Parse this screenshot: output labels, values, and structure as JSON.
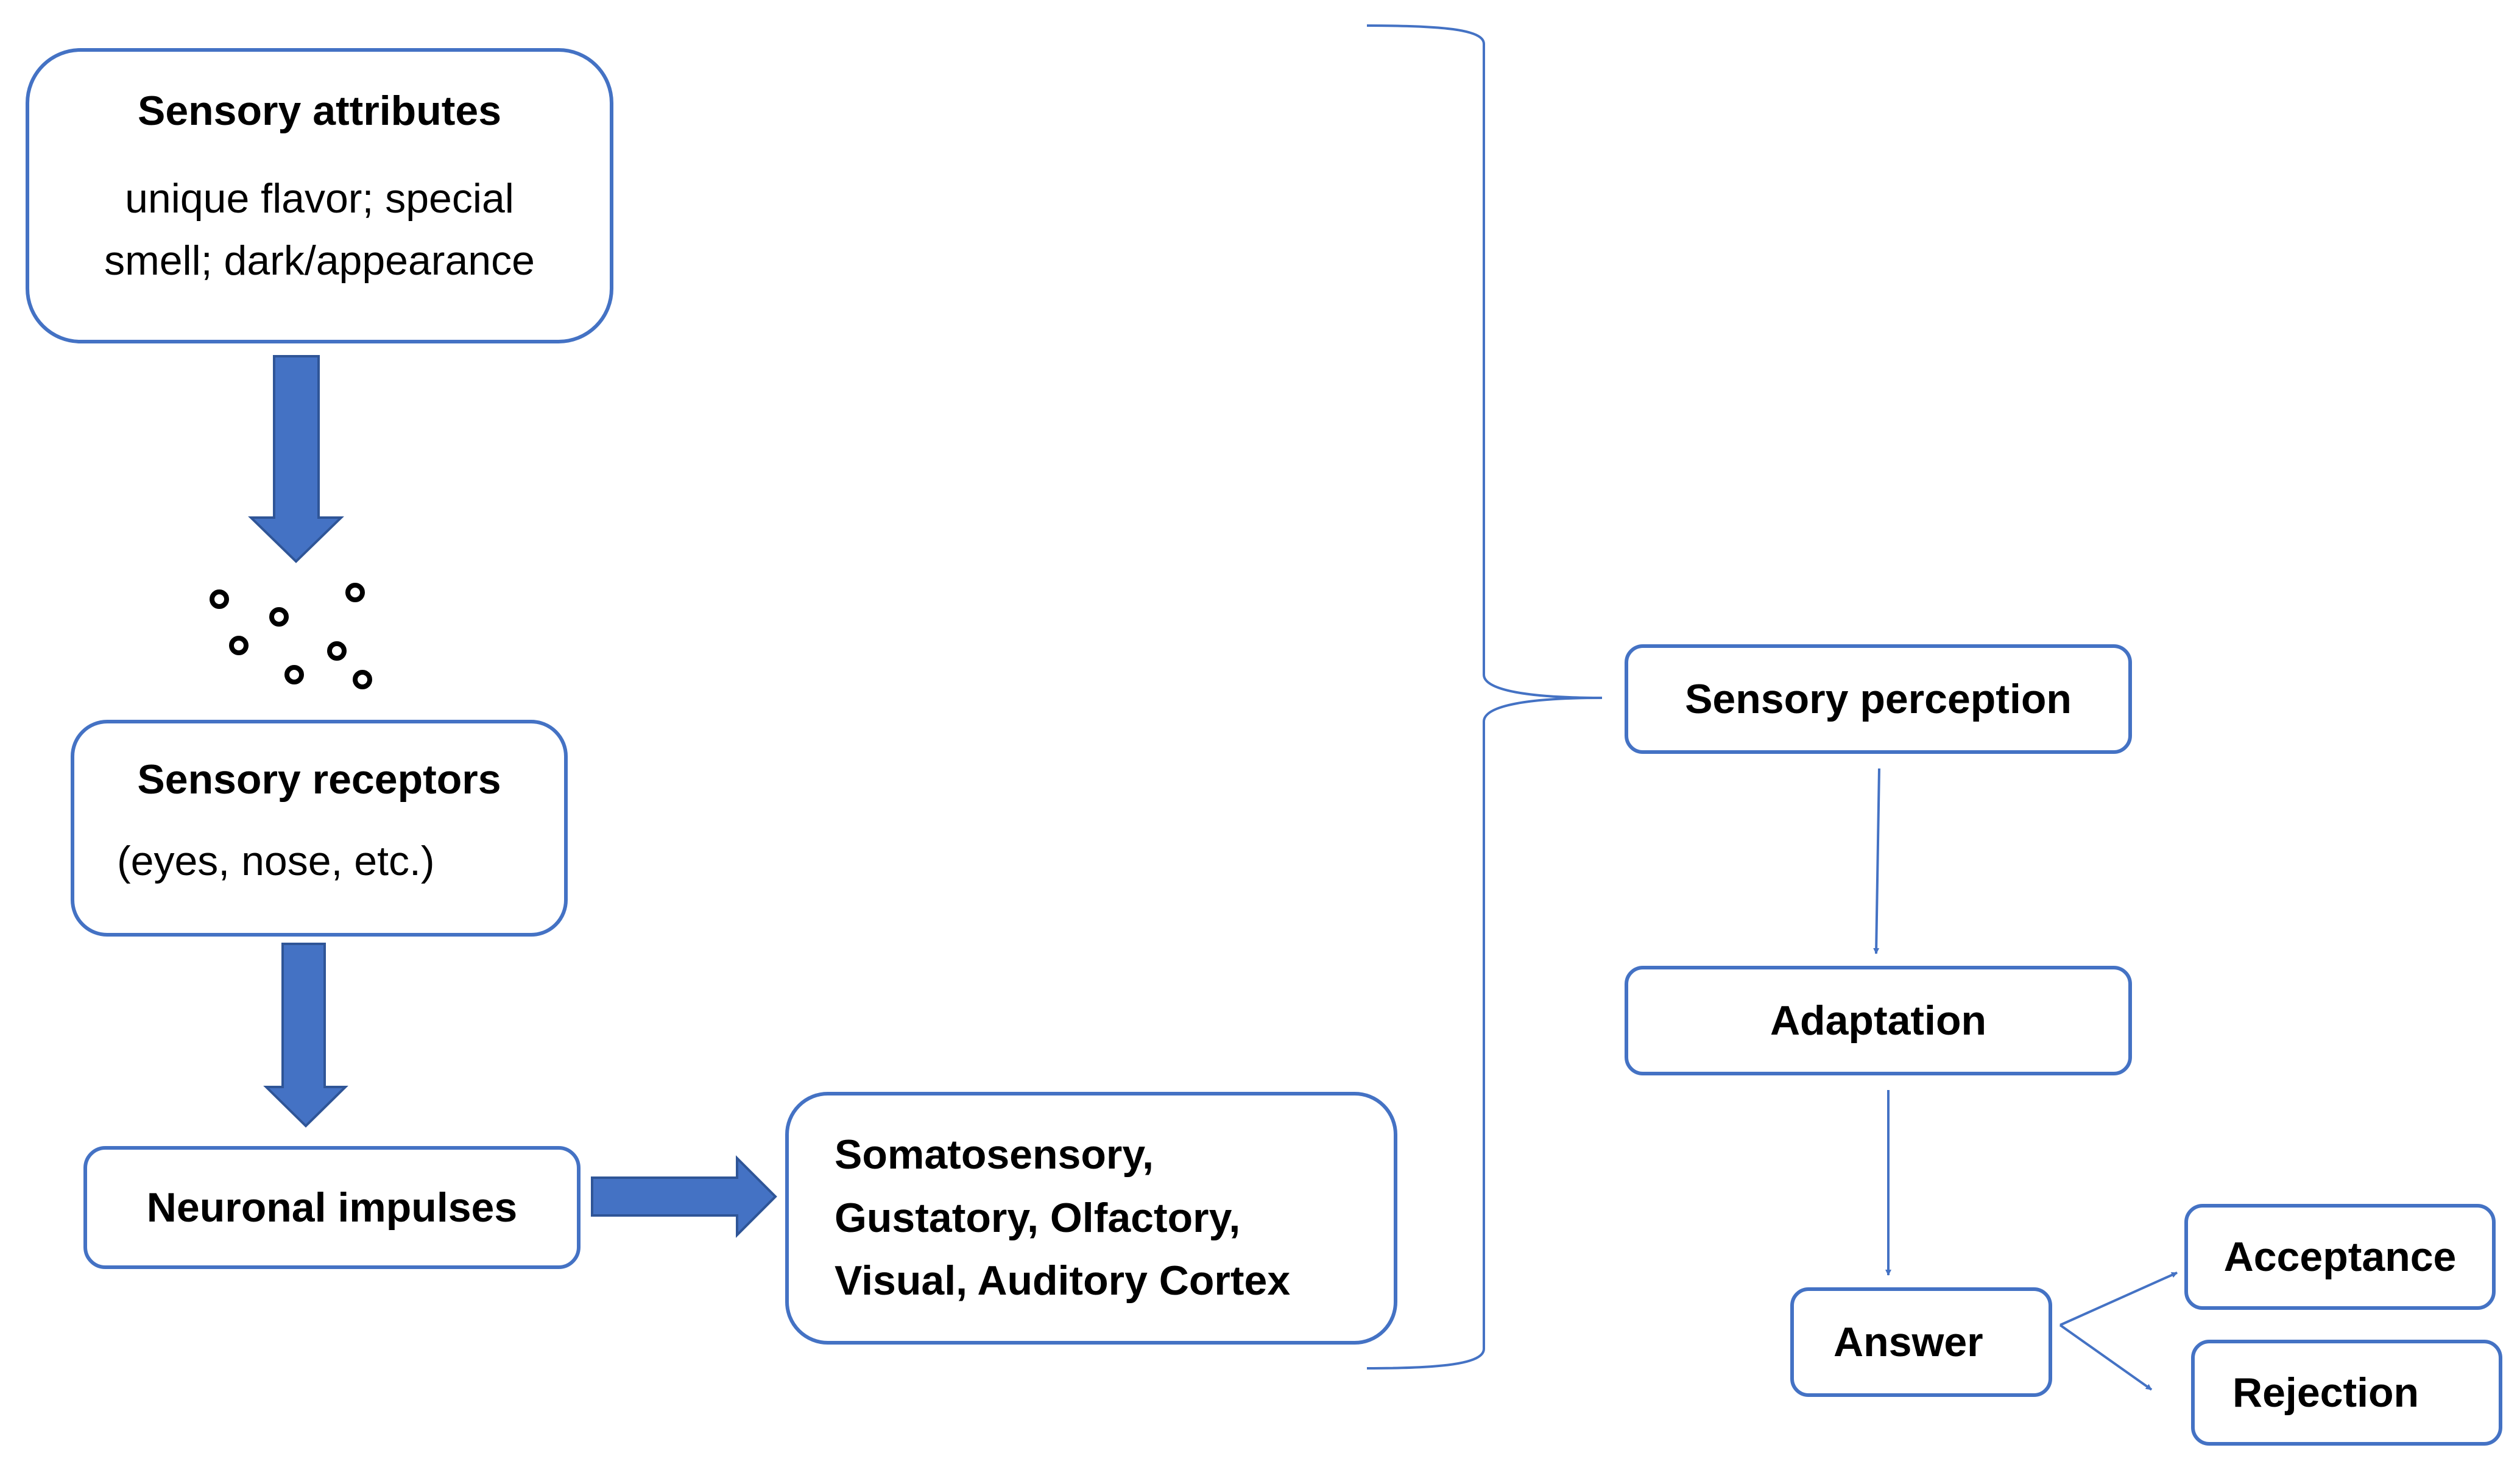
{
  "attributes": {
    "title": "Sensory attributes",
    "desc_line1": "unique flavor; special",
    "desc_line2": "smell; dark/appearance"
  },
  "receptors": {
    "title": "Sensory receptors",
    "desc": "(eyes, nose, etc.)"
  },
  "impulses": {
    "title": "Neuronal impulses"
  },
  "cortex": {
    "line1": "Somatosensory,",
    "line2": "Gustatory, Olfactory,",
    "line3": "Visual, Auditory Cortex"
  },
  "perception": {
    "title": "Sensory perception"
  },
  "adaptation": {
    "title": "Adaptation"
  },
  "answer": {
    "title": "Answer"
  },
  "acceptance": {
    "title": "Acceptance"
  },
  "rejection": {
    "title": "Rejection"
  },
  "colors": {
    "box_border": "#4472c4",
    "block_arrow": "#4472c4",
    "block_arrow_outline": "#2f5597",
    "particle": "#000000"
  }
}
